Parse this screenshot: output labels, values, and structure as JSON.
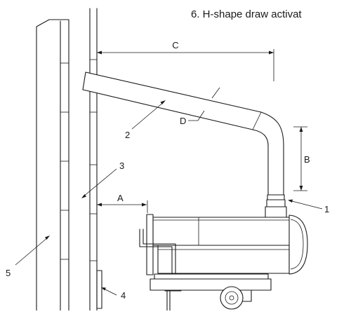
{
  "caption": "6.   H-shape draw activat",
  "dimension_labels": {
    "a": "A",
    "b": "B",
    "c": "C",
    "d": "D"
  },
  "part_labels": {
    "p1": "1",
    "p2": "2",
    "p3": "3",
    "p4": "4",
    "p5": "5"
  },
  "colors": {
    "line": "#1a1a1a",
    "background": "#ffffff"
  }
}
